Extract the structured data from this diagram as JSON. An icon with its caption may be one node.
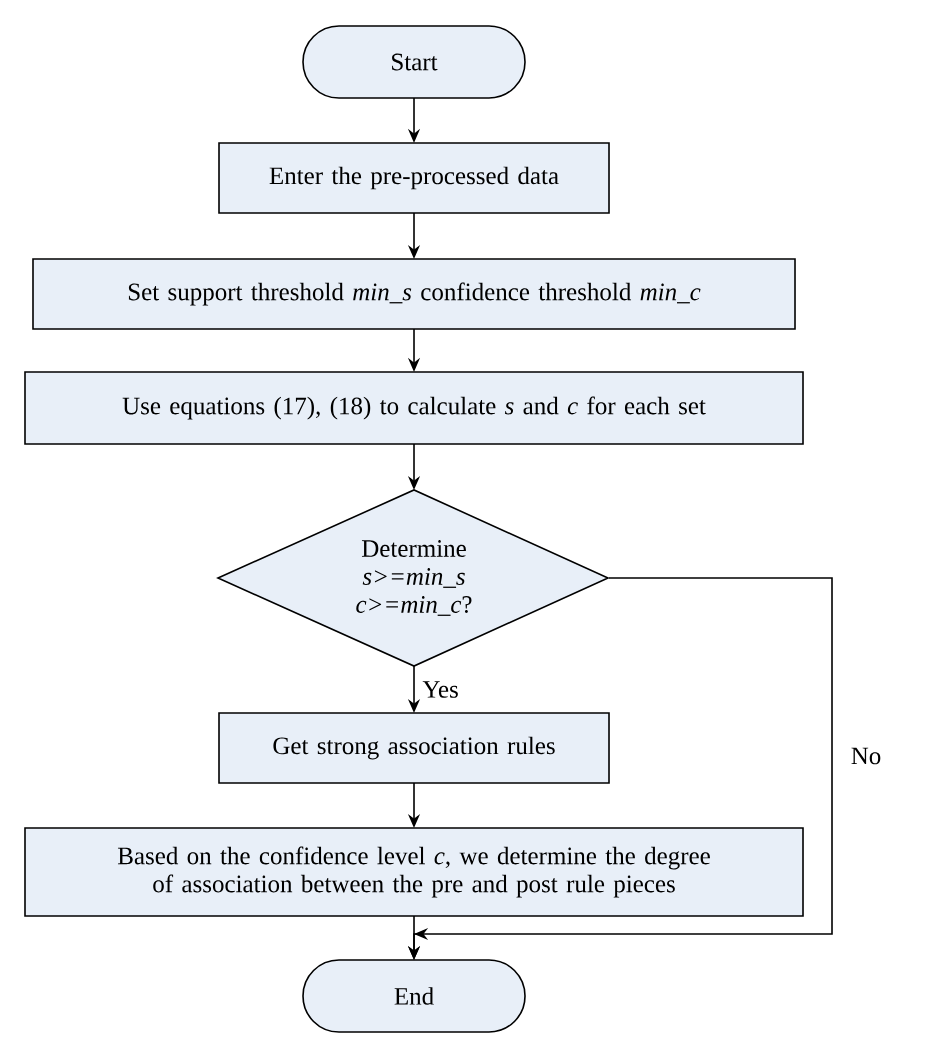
{
  "diagram": {
    "nodes": [
      {
        "text": [
          "Start"
        ]
      },
      {
        "text": [
          "Enter the pre-processed data"
        ]
      },
      {
        "text": [
          "Set support threshold *min_s* confidence threshold *min_c*"
        ]
      },
      {
        "text": [
          "Use equations (17), (18) to calculate *s* and *c* for each set"
        ]
      },
      {
        "text": [
          "Determine *s>=min_s* *c>=min_c*?"
        ]
      },
      {
        "text": [
          "Get strong association rules"
        ]
      },
      {
        "text": [
          "Based on the confidence level *c*, we determine the degree of association between the pre and post rule pieces"
        ]
      },
      {
        "text": [
          "End"
        ]
      }
    ],
    "edges": [
      {
        "from": 0,
        "to": 1,
        "arrow": "to"
      },
      {
        "from": 1,
        "to": 2,
        "arrow": "to"
      },
      {
        "from": 2,
        "to": 3,
        "arrow": "to"
      },
      {
        "from": 3,
        "to": 4,
        "arrow": "to"
      },
      {
        "from": 4,
        "to": 5,
        "arrow": "to",
        "label": "Yes"
      },
      {
        "from": 5,
        "to": 6,
        "arrow": "to"
      },
      {
        "from": 6,
        "to": 7,
        "arrow": "to"
      },
      {
        "from": 4,
        "to": 7,
        "arrow": "to",
        "label": "No"
      }
    ]
  }
}
